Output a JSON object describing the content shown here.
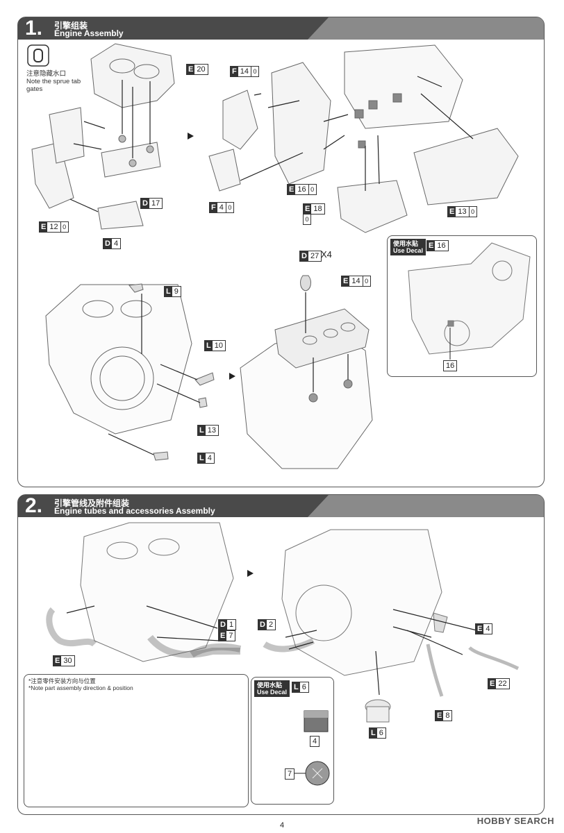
{
  "step1": {
    "number": "1.",
    "title_zh": "引擎组装",
    "title_en": "Engine Assembly",
    "note_zh": "注意隐藏水口",
    "note_en": "Note the sprue tab gates",
    "parts": [
      {
        "prefix": "E",
        "num": "20",
        "chrome": ""
      },
      {
        "prefix": "F",
        "num": "14",
        "chrome": "0"
      },
      {
        "prefix": "F",
        "num": "4",
        "chrome": "0"
      },
      {
        "prefix": "E",
        "num": "16",
        "chrome": "0"
      },
      {
        "prefix": "E",
        "num": "18",
        "chrome": ""
      },
      {
        "prefix": "E",
        "num": "13",
        "chrome": "0"
      },
      {
        "prefix": "D",
        "num": "17",
        "chrome": ""
      },
      {
        "prefix": "D",
        "num": "4",
        "chrome": ""
      },
      {
        "prefix": "E",
        "num": "12",
        "chrome": "0"
      },
      {
        "prefix": "L",
        "num": "9",
        "chrome": ""
      },
      {
        "prefix": "L",
        "num": "10",
        "chrome": ""
      },
      {
        "prefix": "L",
        "num": "13",
        "chrome": ""
      },
      {
        "prefix": "L",
        "num": "4",
        "chrome": ""
      },
      {
        "prefix": "D",
        "num": "27",
        "chrome": ""
      },
      {
        "prefix": "E",
        "num": "14",
        "chrome": "0"
      }
    ],
    "e18_chrome": "0",
    "quantity": "X4",
    "decal_box": {
      "tag_zh": "使用水贴",
      "tag_en": "Use Decal",
      "part_prefix": "E",
      "part_num": "16",
      "decal_num": "16"
    }
  },
  "step2": {
    "number": "2.",
    "title_zh": "引擎管线及附件组装",
    "title_en": "Engine tubes and accessories Assembly",
    "parts": [
      {
        "prefix": "D",
        "num": "1"
      },
      {
        "prefix": "E",
        "num": "7"
      },
      {
        "prefix": "E",
        "num": "30"
      },
      {
        "prefix": "D",
        "num": "2"
      },
      {
        "prefix": "E",
        "num": "4"
      },
      {
        "prefix": "E",
        "num": "22"
      },
      {
        "prefix": "E",
        "num": "8"
      },
      {
        "prefix": "L",
        "num": "6"
      }
    ],
    "note_zh": "*注意零件安装方向与位置",
    "note_en": "*Note part assembly direction & position",
    "decal_box": {
      "tag_zh": "使用水贴",
      "tag_en": "Use Decal",
      "part_prefix": "L",
      "part_num": "6",
      "decal_a": "4",
      "decal_b": "7"
    }
  },
  "page_number": "4",
  "watermark": "HOBBY SEARCH"
}
